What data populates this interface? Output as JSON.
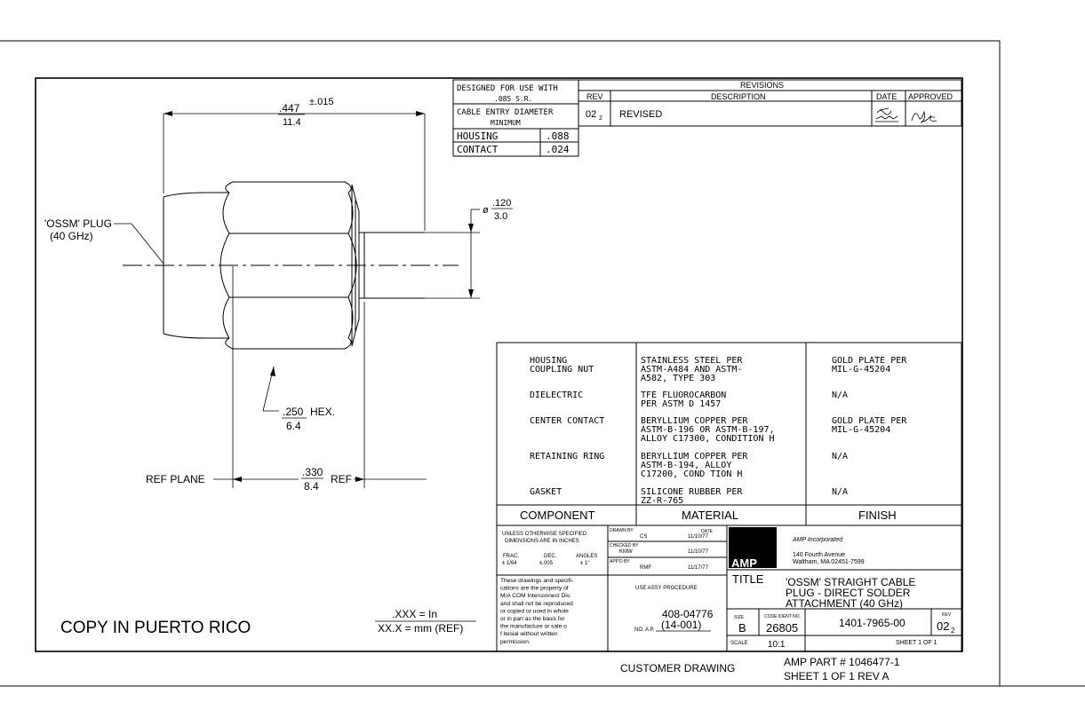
{
  "design_table": {
    "designed_for_use_with": "DESIGNED FOR USE WITH",
    "cable_size": ".085 S.R.",
    "cable_entry": "CABLE ENTRY DIAMETER",
    "minimum": "MINIMUM",
    "housing_label": "HOUSING",
    "housing_value": ".088",
    "contact_label": "CONTACT",
    "contact_value": ".024"
  },
  "revisions": {
    "title": "REVISIONS",
    "rev_header": "REV",
    "description_header": "DESCRIPTION",
    "date_header": "DATE",
    "approved_header": "APPROVED",
    "rev_main": "02",
    "rev_sub": "2",
    "description": "REVISED"
  },
  "drawing": {
    "length_in": ".447",
    "tolerance": "±.015",
    "length_mm": "11.4",
    "plug_name": "'OSSM' PLUG",
    "plug_freq": "(40 GHz)",
    "diameter_symbol": "ø",
    "diameter_in": ".120",
    "diameter_mm": "3.0",
    "hex_in": ".250",
    "hex_label": "HEX.",
    "hex_mm": "6.4",
    "ref_plane": "REF PLANE",
    "ref_in": ".330",
    "ref_mm": "8.4",
    "ref_label": "REF"
  },
  "materials": [
    {
      "component": [
        "HOUSING",
        "COUPLING NUT"
      ],
      "material": [
        "STAINLESS STEEL PER",
        "ASTM-A484 AND ASTM-",
        "A582, TYPE 303"
      ],
      "finish": [
        "GOLD PLATE PER",
        "MIL-G-45204"
      ]
    },
    {
      "component": [
        "DIELECTRIC"
      ],
      "material": [
        "TFE FLUOROCARBON",
        "PER ASTM D 1457"
      ],
      "finish": [
        "N/A"
      ]
    },
    {
      "component": [
        "CENTER CONTACT"
      ],
      "material": [
        "BERYLLIUM COPPER PER",
        "ASTM-B-196 OR ASTM-B-197,",
        "ALLOY C17300, CONDITION H"
      ],
      "finish": [
        "GOLD PLATE PER",
        "MIL-G-45204"
      ]
    },
    {
      "component": [
        "RETAINING RING"
      ],
      "material": [
        "BERYLLIUM COPPER PER",
        "ASTM-B-194, ALLOY",
        "C17200, COND TION H"
      ],
      "finish": [
        "N/A"
      ]
    },
    {
      "component": [
        "GASKET"
      ],
      "material": [
        "SILICONE RUBBER PER",
        "ZZ-R-765"
      ],
      "finish": [
        "N/A"
      ]
    }
  ],
  "materials_headers": {
    "component": "COMPONENT",
    "material": "MATERIAL",
    "finish": "FINISH"
  },
  "title_block": {
    "tolerance_note_1": "UNLESS OTHERWISE SPECIFIED",
    "tolerance_note_2": "DIMENSIONS ARE IN INCHES",
    "frac_label": "FRAC.",
    "frac_value": "± 1/64",
    "dec_label": "DEC.",
    "dec_value": "±.005",
    "angles_label": "ANGLES",
    "angles_value": "± 1°",
    "drawn_by_label": "DRAWN BY",
    "drawn_by": "CS",
    "date_label": "DATE",
    "drawn_date": "11/10/77",
    "checked_by_label": "CHECKED BY",
    "checked_by": "KMW",
    "checked_date": "11/10/77",
    "appd_by_label": "APP'D BY",
    "appd_by": "RMF",
    "appd_date": "11/17/77",
    "company_logo": "AMP",
    "company_name": "AMP Incorporated",
    "company_addr1": "140 Fourth Avenue",
    "company_addr2": "Waltham, MA 02451-7599",
    "property_notice": [
      "These drawings and specifi-",
      "cations are the property of",
      "M/A COM Interconnect Div.",
      "and shall not be reproduced",
      "or copied or used in whole",
      "or in part as the basis for",
      "the manufacture or sale o",
      "f itesial without written",
      "permission."
    ],
    "use_assy_label": "USE ASSY PROCEDURE",
    "procedure_number": "408-04776",
    "no_ap_label": "NO. A.P.",
    "no_ap_value": "(14-001)",
    "title_label": "TITLE",
    "title_lines": [
      "'OSSM' STRAIGHT CABLE",
      "PLUG - DIRECT SOLDER",
      "ATTACHMENT (40 GHz)"
    ],
    "size_label": "SIZE",
    "size_value": "B",
    "code_ident_label": "CODE IDENT NO.",
    "code_ident_value": "26805",
    "drawing_number": "1401-7965-00",
    "rev_label": "REV",
    "rev_value": "02",
    "rev_sub": "2",
    "scale_label": "SCALE",
    "scale_value": "10:1",
    "sheet_text": "SHEET  1  OF  1"
  },
  "footer": {
    "copy_note": "COPY IN PUERTO RICO",
    "units_in": ".XXX = In",
    "units_mm": "XX.X = mm (REF)",
    "customer_drawing": "CUSTOMER DRAWING",
    "amp_part": "AMP PART # 1046477-1",
    "sheet_rev": "SHEET 1 OF 1  REV A"
  }
}
